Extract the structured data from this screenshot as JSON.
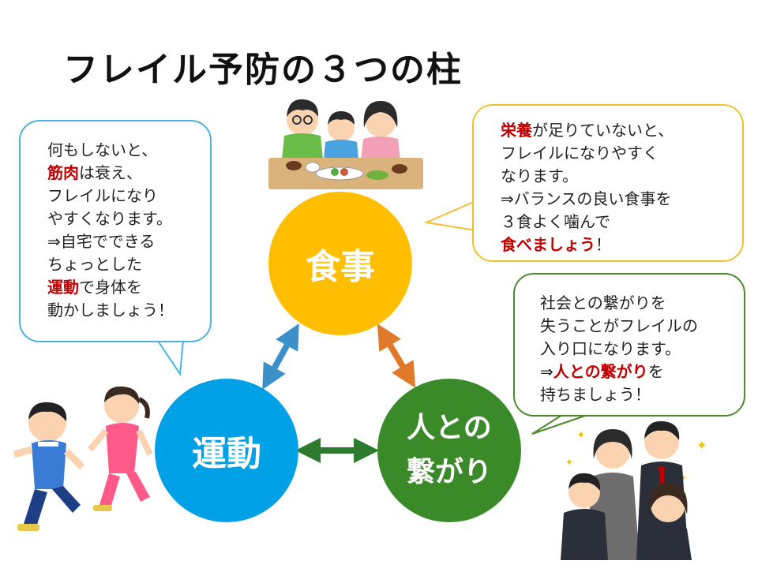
{
  "title": "フレイル予防の３つの柱",
  "circles": {
    "food": "食事",
    "exercise": "運動",
    "social": [
      "人との",
      "繋がり"
    ]
  },
  "bubbles": {
    "exercise": [
      [
        {
          "t": "何もしないと、",
          "red": false
        }
      ],
      [
        {
          "t": "筋肉",
          "red": true
        },
        {
          "t": "は衰え、",
          "red": false
        }
      ],
      [
        {
          "t": "フレイルになり",
          "red": false
        }
      ],
      [
        {
          "t": "やすくなります。",
          "red": false
        }
      ],
      [
        {
          "t": "⇒自宅でできる",
          "red": false
        }
      ],
      [
        {
          "t": "ちょっとした",
          "red": false
        }
      ],
      [
        {
          "t": "運動",
          "red": true
        },
        {
          "t": "で身体を",
          "red": false
        }
      ],
      [
        {
          "t": "動かしましょう！",
          "red": false
        }
      ]
    ],
    "food": [
      [
        {
          "t": "栄養",
          "red": true
        },
        {
          "t": "が足りていないと、",
          "red": false
        }
      ],
      [
        {
          "t": "フレイルになりやすく",
          "red": false
        }
      ],
      [
        {
          "t": "なります。",
          "red": false
        }
      ],
      [
        {
          "t": "⇒バランスの良い食事を",
          "red": false
        }
      ],
      [
        {
          "t": "３食よく噛んで",
          "red": false
        }
      ],
      [
        {
          "t": "食べましょう",
          "red": true
        },
        {
          "t": "！",
          "red": false
        }
      ]
    ],
    "social": [
      [
        {
          "t": "社会との繋がりを",
          "red": false
        }
      ],
      [
        {
          "t": "失うことがフレイルの",
          "red": false
        }
      ],
      [
        {
          "t": "入り口になります。",
          "red": false
        }
      ],
      [
        {
          "t": "⇒",
          "red": false
        },
        {
          "t": "人との繋がり",
          "red": true
        },
        {
          "t": "を",
          "red": false
        }
      ],
      [
        {
          "t": "持ちましょう！",
          "red": false
        }
      ]
    ]
  },
  "colors": {
    "food": "#ffbf00",
    "exercise": "#00a0e6",
    "social": "#3a8a2a",
    "arrow_blue": "#3c8fc8",
    "arrow_orange": "#e07a2a",
    "arrow_green": "#2e7a2e",
    "highlight": "#c00000"
  },
  "illustrations": [
    "family-eating-illustration",
    "runners-illustration",
    "business-people-illustration"
  ]
}
